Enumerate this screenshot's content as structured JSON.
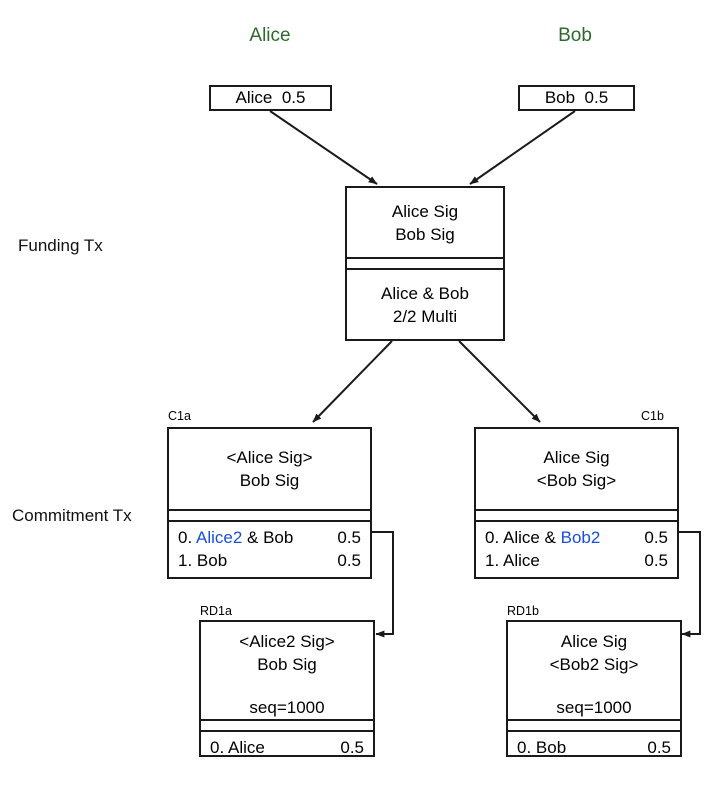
{
  "diagram": {
    "parties": [
      {
        "name": "alice",
        "label": "Alice"
      },
      {
        "name": "bob",
        "label": "Bob"
      }
    ],
    "stage_labels": {
      "funding": "Funding Tx",
      "commitment": "Commitment Tx"
    },
    "colors": {
      "party_green": "#2d6a2d",
      "key_blue": "#1a4fd8",
      "stroke": "#1a1a1a",
      "background": "#ffffff"
    },
    "inputs": [
      {
        "name": "alice-input",
        "text": "Alice  0.5"
      },
      {
        "name": "bob-input",
        "text": "Bob  0.5"
      }
    ],
    "funding_tx": {
      "tag": "",
      "sigs": [
        "Alice Sig",
        "Bob Sig"
      ],
      "outputs_text": [
        "Alice & Bob",
        "2/2 Multi"
      ]
    },
    "commitment_a": {
      "tag": "C1a",
      "sigs": [
        "<Alice Sig>",
        "Bob Sig"
      ],
      "outputs": [
        {
          "index": "0.",
          "key": "Alice2",
          "key_highlighted": true,
          "rest": " & Bob",
          "amount": "0.5"
        },
        {
          "index": "1.",
          "key": "Bob",
          "key_highlighted": false,
          "rest": "",
          "amount": "0.5"
        }
      ]
    },
    "commitment_b": {
      "tag": "C1b",
      "sigs": [
        "Alice Sig",
        "<Bob Sig>"
      ],
      "outputs": [
        {
          "index": "0.",
          "key": "Alice & ",
          "key_highlighted": false,
          "rest": "Bob2",
          "rest_highlighted": true,
          "amount": "0.5"
        },
        {
          "index": "1.",
          "key": "Alice",
          "key_highlighted": false,
          "rest": "",
          "amount": "0.5"
        }
      ]
    },
    "revocable_a": {
      "tag": "RD1a",
      "sigs": [
        "<Alice2 Sig>",
        "Bob Sig"
      ],
      "sequence": "seq=1000",
      "outputs": [
        {
          "index": "0.",
          "desc": "Alice",
          "amount": "0.5"
        }
      ]
    },
    "revocable_b": {
      "tag": "RD1b",
      "sigs": [
        "Alice Sig",
        "<Bob2 Sig>"
      ],
      "sequence": "seq=1000",
      "outputs": [
        {
          "index": "0.",
          "desc": "Bob",
          "amount": "0.5"
        }
      ]
    },
    "connectors": [
      {
        "name": "alice-input-to-funding",
        "type": "arrow-diagonal"
      },
      {
        "name": "bob-input-to-funding",
        "type": "arrow-diagonal"
      },
      {
        "name": "funding-to-c1a",
        "type": "arrow-diagonal"
      },
      {
        "name": "funding-to-c1b",
        "type": "arrow-diagonal"
      },
      {
        "name": "c1a-to-rd1a",
        "type": "arrow-orthogonal"
      },
      {
        "name": "c1b-to-rd1b",
        "type": "arrow-orthogonal"
      }
    ]
  }
}
